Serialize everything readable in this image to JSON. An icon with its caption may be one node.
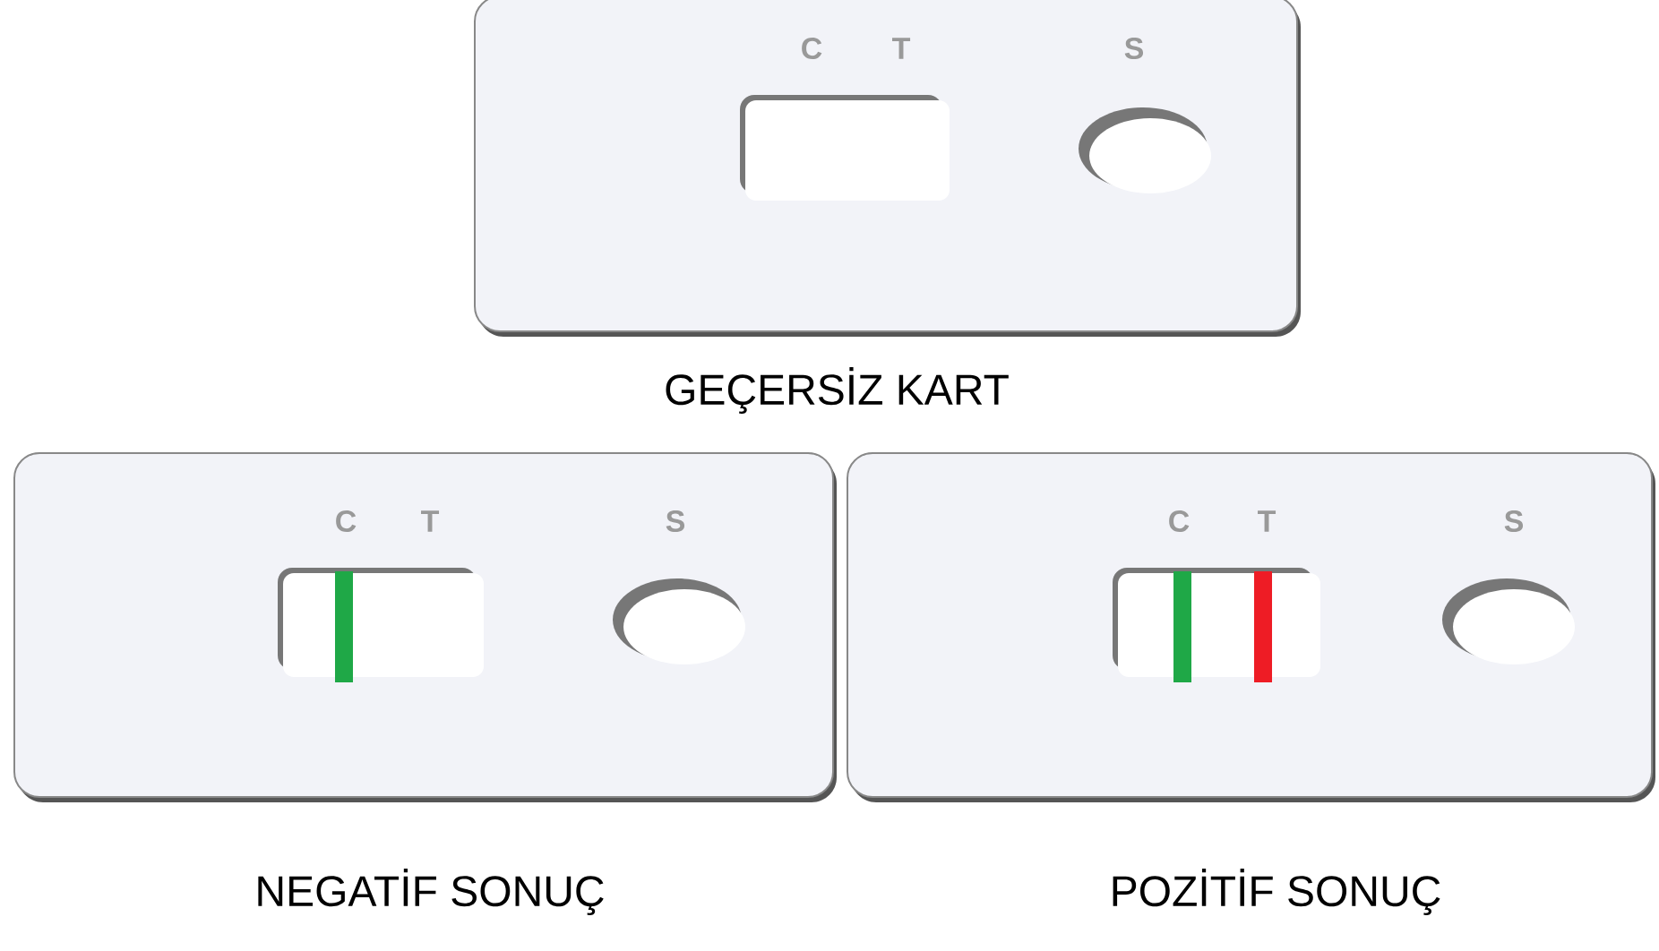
{
  "diagram": {
    "nodes": [
      {
        "text": [
          "C",
          "T",
          "S"
        ],
        "beside": [
          "GEÇERSİZ KART"
        ]
      },
      {
        "text": [
          "C",
          "T",
          "S"
        ],
        "beside": [
          "NEGATİF SONUÇ"
        ]
      },
      {
        "text": [
          "C",
          "T",
          "S"
        ],
        "beside": [
          "POZİTİF SONUÇ"
        ]
      }
    ]
  }
}
